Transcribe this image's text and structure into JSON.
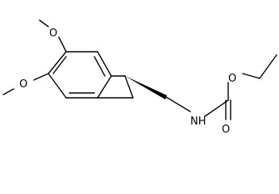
{
  "molecule": {
    "atoms": {
      "o_methoxy_top": "O",
      "o_methoxy_bottom": "O",
      "n_amide": "NH",
      "o_ester": "O",
      "o_carbonyl": "O"
    },
    "stereo": {
      "wedge_bond": "bold-wedge"
    }
  }
}
